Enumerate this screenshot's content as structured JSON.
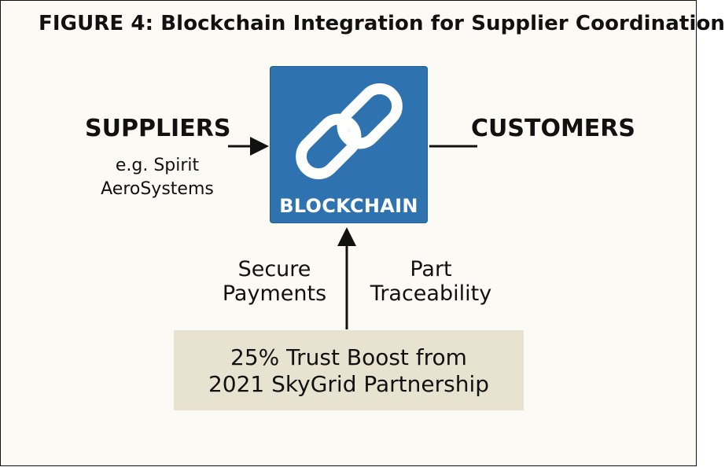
{
  "title": "FIGURE 4: Blockchain Integration for Supplier Coordination",
  "nodes": {
    "suppliers": {
      "label": "SUPPLIERS",
      "example_line1": "e.g. Spirit",
      "example_line2": "AeroSystems"
    },
    "customers": {
      "label": "CUSTOMERS"
    },
    "blockchain": {
      "label": "BLOCKCHAIN",
      "icon": "chain-link-icon",
      "color": "#2f72b0"
    }
  },
  "inputs": {
    "left_line1": "Secure",
    "left_line2": "Payments",
    "right_line1": "Part",
    "right_line2": "Traceability"
  },
  "trust_box": {
    "line1": "25% Trust Boost from",
    "line2": "2021 SkyGrid Partnership",
    "color": "#e8e3d1"
  }
}
